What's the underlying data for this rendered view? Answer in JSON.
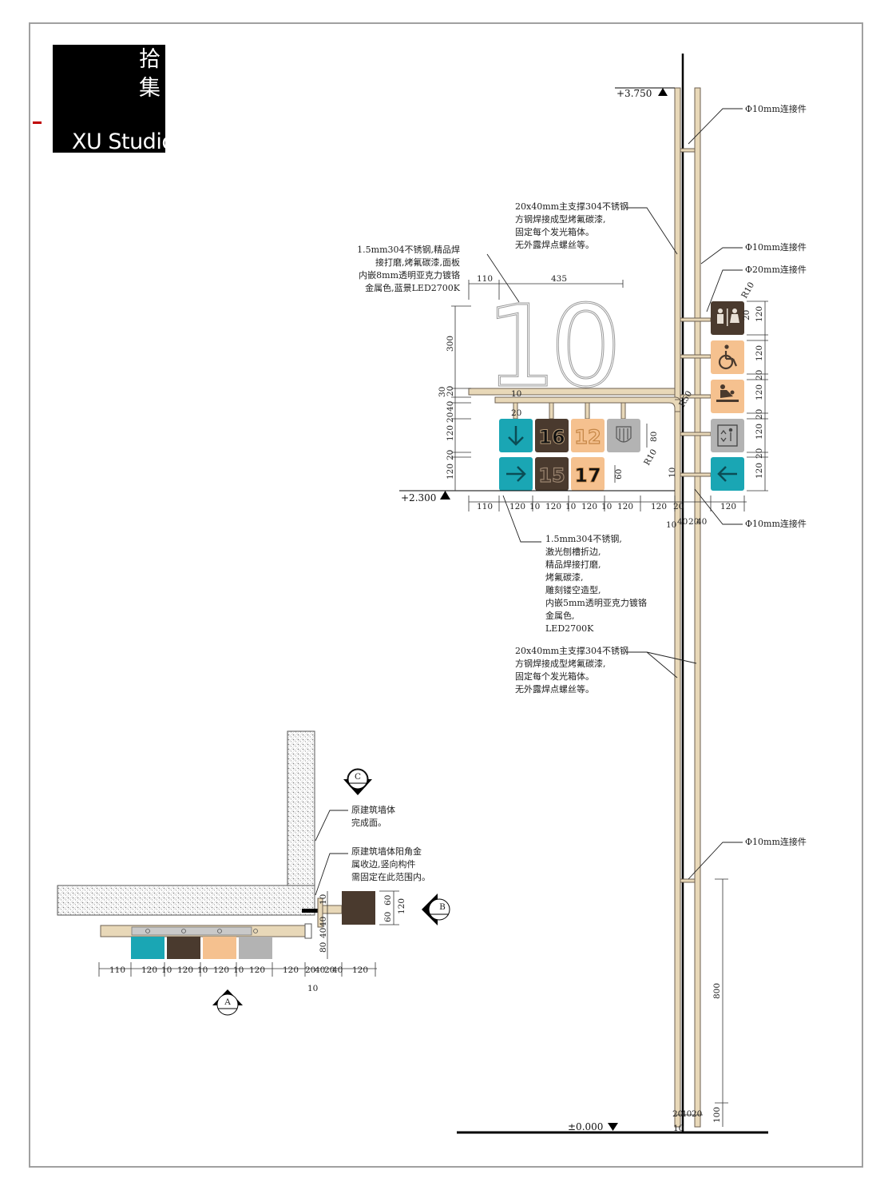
{
  "logo": {
    "cjk_line1": "拾",
    "cjk_line2": "集",
    "studio": "XU Studio"
  },
  "elevations": {
    "top": "+3.750",
    "panel_bottom": "+2.300",
    "ground": "±0.000"
  },
  "floor_number": "10",
  "floor_tiles": [
    "16",
    "12",
    "15",
    "17"
  ],
  "notes": {
    "connector_10": "Φ10mm连接件",
    "connector_20": "Φ20mm连接件",
    "main_support": [
      "20x40mm主支撑304不锈钢",
      "方钢焊接成型烤氟碳漆,",
      "固定每个发光箱体。",
      "无外露焊点螺丝等。"
    ],
    "number_panel": [
      "1.5mm304不锈钢,精品焊",
      "接打磨,烤氟碳漆,面板",
      "内嵌8mm透明亚克力镀铬",
      "金属色,蓝景LED2700K"
    ],
    "tile_panel": [
      "1.5mm304不锈钢,",
      "激光刨槽折边,",
      "精品焊接打磨,",
      "烤氟碳漆,",
      "雕刻镂空造型,",
      "内嵌5mm透明亚克力镀铬",
      "金属色,",
      "LED2700K"
    ],
    "wall_face": [
      "原建筑墙体",
      "完成面。"
    ],
    "wall_corner": [
      "原建筑墙体阳角金",
      "属收边,竖向构件",
      "需固定在此范围内。"
    ]
  },
  "section_marks": {
    "a": "A",
    "b": "B",
    "c": "C"
  },
  "dimensions": {
    "top_row": [
      "110",
      "435"
    ],
    "left_col": [
      "300",
      "30",
      "20",
      "40",
      "20",
      "120",
      "20",
      "120"
    ],
    "bottom_row": [
      "110",
      "120",
      "10",
      "120",
      "10",
      "120",
      "10",
      "120",
      "120",
      "20",
      "10",
      "40",
      "20",
      "40"
    ],
    "tile_side": [
      "80",
      "60",
      "R10",
      "R10",
      "R50",
      "10",
      "20"
    ],
    "right_col": [
      "120",
      "20",
      "120",
      "20",
      "120",
      "20",
      "120",
      "20",
      "120",
      "120"
    ],
    "pole_lower": [
      "800",
      "100",
      "20",
      "40",
      "20",
      "10"
    ],
    "plan_bottom": [
      "110",
      "120",
      "10",
      "120",
      "10",
      "120",
      "10",
      "120",
      "120",
      "20",
      "40",
      "20",
      "40",
      "120",
      "10"
    ],
    "plan_side": [
      "60",
      "60",
      "120",
      "40",
      "40",
      "80",
      "10"
    ]
  },
  "colors": {
    "teal": "#1aa6b4",
    "brown": "#4a3a2e",
    "peach": "#f5c18f",
    "grey": "#b3b3b3",
    "pole": "#e8d8b8",
    "pole_stroke": "#6e6152",
    "wall_hatch": "#9a9a9a"
  },
  "icons": [
    "restroom-icon",
    "wheelchair-icon",
    "baby-changing-icon",
    "elevator-icon",
    "arrow-left-icon",
    "arrow-down-icon",
    "arrow-right-icon",
    "emblem-icon"
  ]
}
